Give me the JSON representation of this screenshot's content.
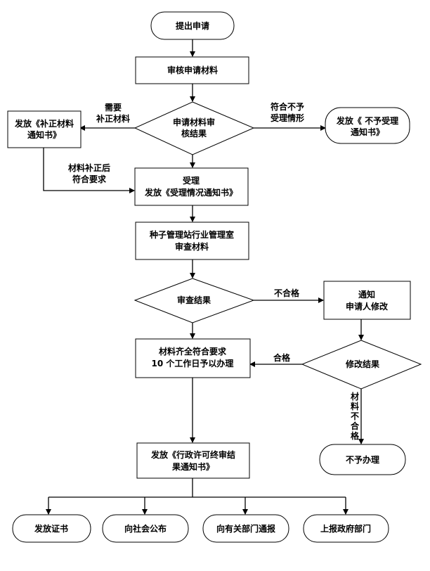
{
  "nodes": {
    "start": "提出申请",
    "review_materials": "审核申请材料",
    "review_result": [
      "申请材料审",
      "核结果"
    ],
    "issue_correction": [
      "发放《补正材料",
      "通知书》"
    ],
    "issue_rejection": [
      "发放《 不予受理",
      "通知书》"
    ],
    "accept": [
      "受理",
      "发放《受理情况通知书》"
    ],
    "station_review": [
      "种子管理站行业管理室",
      "审查材料"
    ],
    "check_result": "审查结果",
    "notify_modify": [
      "通知",
      "申请人修改"
    ],
    "modify_result": "修改结果",
    "complete_process": [
      "材料齐全符合要求",
      "10 个工作日予以办理"
    ],
    "not_processed": "不予办理",
    "issue_decision": [
      "发放《行政许可终审结",
      "果通知书》"
    ],
    "outcome_certificate": "发放证书",
    "outcome_public": "向社会公布",
    "outcome_departments": "向有关部门通报",
    "outcome_government": "上报政府部门"
  },
  "edge_labels": {
    "needs_correction": [
      "需要",
      "补正材料"
    ],
    "not_compliant": [
      "符合不予",
      "受理情形"
    ],
    "corrected": [
      "材料补正后",
      "符合要求"
    ],
    "fail": "不合格",
    "pass": "合格",
    "modify_fail": [
      "材",
      "料",
      "不",
      "合",
      "格"
    ]
  }
}
